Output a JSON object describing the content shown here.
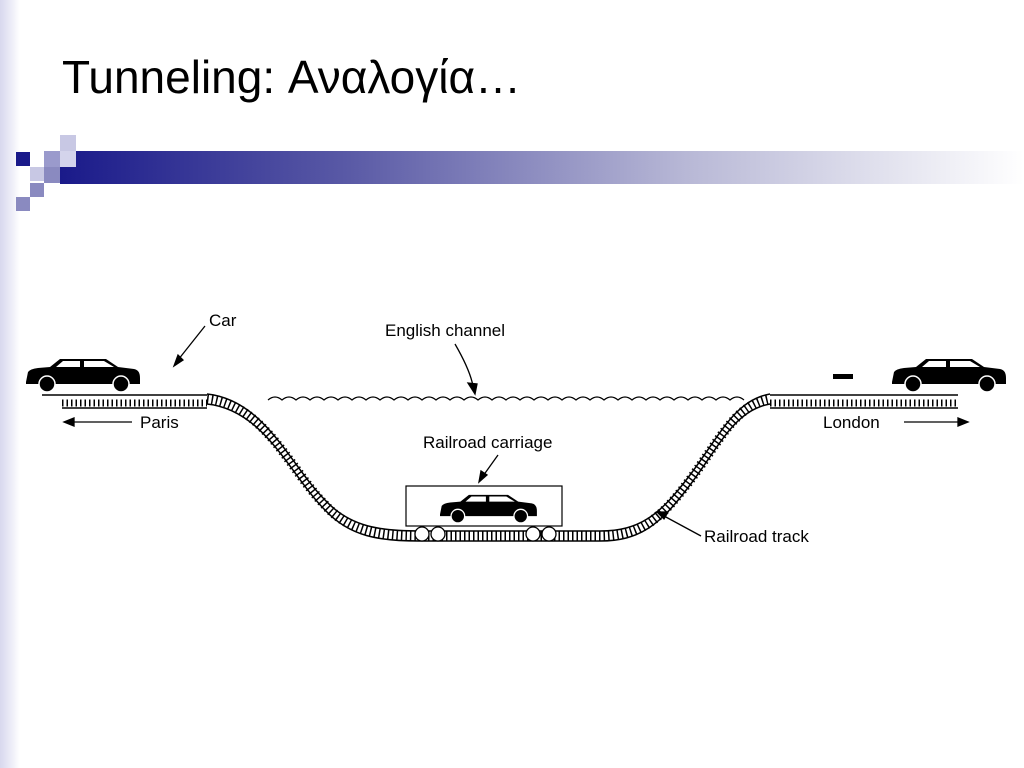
{
  "slide": {
    "title": "Tunneling: Αναλογία…"
  },
  "diagram": {
    "labels": {
      "car": "Car",
      "english_channel": "English channel",
      "paris": "Paris",
      "london": "London",
      "railroad_carriage": "Railroad carriage",
      "railroad_track": "Railroad track"
    }
  },
  "colors": {
    "accent_dark": "#1a1a8a",
    "accent_light": "#9999cc",
    "line": "#000000"
  }
}
